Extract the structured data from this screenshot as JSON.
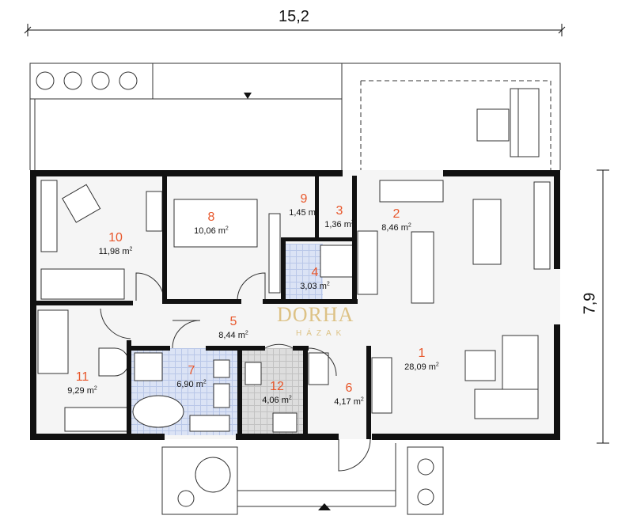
{
  "dimensions": {
    "width_label": "15,2",
    "depth_label": "7,9"
  },
  "rooms": [
    {
      "number": "1",
      "area": "28,09"
    },
    {
      "number": "2",
      "area": "8,46"
    },
    {
      "number": "3",
      "area": "1,36"
    },
    {
      "number": "4",
      "area": "3,03"
    },
    {
      "number": "5",
      "area": "8,44"
    },
    {
      "number": "6",
      "area": "4,17"
    },
    {
      "number": "7",
      "area": "6,90"
    },
    {
      "number": "8",
      "area": "10,06"
    },
    {
      "number": "9",
      "area": "1,45"
    },
    {
      "number": "10",
      "area": "11,98"
    },
    {
      "number": "11",
      "area": "9,29"
    },
    {
      "number": "12",
      "area": "4,06"
    }
  ],
  "unit": "m",
  "unit_exp": "2",
  "watermark": {
    "brand": "DORHA",
    "sub": "HÁZAK"
  },
  "colors": {
    "room_number": "#e8562a",
    "wall": "#111111",
    "bath_tile": "#dbe3f5",
    "utility_tile": "#dddddd"
  }
}
